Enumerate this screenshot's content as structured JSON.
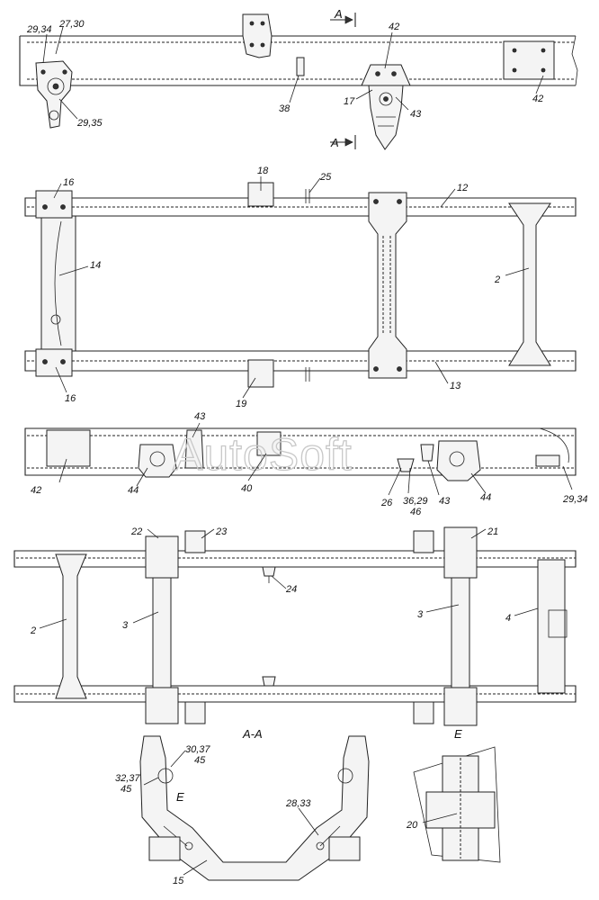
{
  "watermark": "AutoSoft",
  "section_marks": {
    "aa_top": "A",
    "aa_bottom": "A",
    "section_aa": "A-A",
    "view_e_mark": "E",
    "view_e": "E"
  },
  "callouts": [
    {
      "id": "c-29-34-top",
      "text": "29,34"
    },
    {
      "id": "c-27-30",
      "text": "27,30"
    },
    {
      "id": "c-29-35",
      "text": "29,35"
    },
    {
      "id": "c-38",
      "text": "38"
    },
    {
      "id": "c-42-top",
      "text": "42"
    },
    {
      "id": "c-17",
      "text": "17"
    },
    {
      "id": "c-43-top",
      "text": "43"
    },
    {
      "id": "c-42-right",
      "text": "42"
    },
    {
      "id": "c-16-top",
      "text": "16"
    },
    {
      "id": "c-18",
      "text": "18"
    },
    {
      "id": "c-25",
      "text": "25"
    },
    {
      "id": "c-12",
      "text": "12"
    },
    {
      "id": "c-14",
      "text": "14"
    },
    {
      "id": "c-2-upper",
      "text": "2"
    },
    {
      "id": "c-16-bottom",
      "text": "16"
    },
    {
      "id": "c-19",
      "text": "19"
    },
    {
      "id": "c-13",
      "text": "13"
    },
    {
      "id": "c-43-mid",
      "text": "43"
    },
    {
      "id": "c-42-mid",
      "text": "42"
    },
    {
      "id": "c-44-left",
      "text": "44"
    },
    {
      "id": "c-40",
      "text": "40"
    },
    {
      "id": "c-26",
      "text": "26"
    },
    {
      "id": "c-36-29",
      "text": "36,29"
    },
    {
      "id": "c-46",
      "text": "46"
    },
    {
      "id": "c-43-right",
      "text": "43"
    },
    {
      "id": "c-44-right",
      "text": "44"
    },
    {
      "id": "c-29-34-right",
      "text": "29,34"
    },
    {
      "id": "c-22",
      "text": "22"
    },
    {
      "id": "c-23",
      "text": "23"
    },
    {
      "id": "c-21",
      "text": "21"
    },
    {
      "id": "c-24",
      "text": "24"
    },
    {
      "id": "c-2-lower",
      "text": "2"
    },
    {
      "id": "c-3-left",
      "text": "3"
    },
    {
      "id": "c-3-right",
      "text": "3"
    },
    {
      "id": "c-4",
      "text": "4"
    },
    {
      "id": "c-30-37",
      "text": "30,37"
    },
    {
      "id": "c-45-a",
      "text": "45"
    },
    {
      "id": "c-32-37",
      "text": "32,37"
    },
    {
      "id": "c-45-b",
      "text": "45"
    },
    {
      "id": "c-28-33",
      "text": "28,33"
    },
    {
      "id": "c-15",
      "text": "15"
    },
    {
      "id": "c-20",
      "text": "20"
    }
  ]
}
